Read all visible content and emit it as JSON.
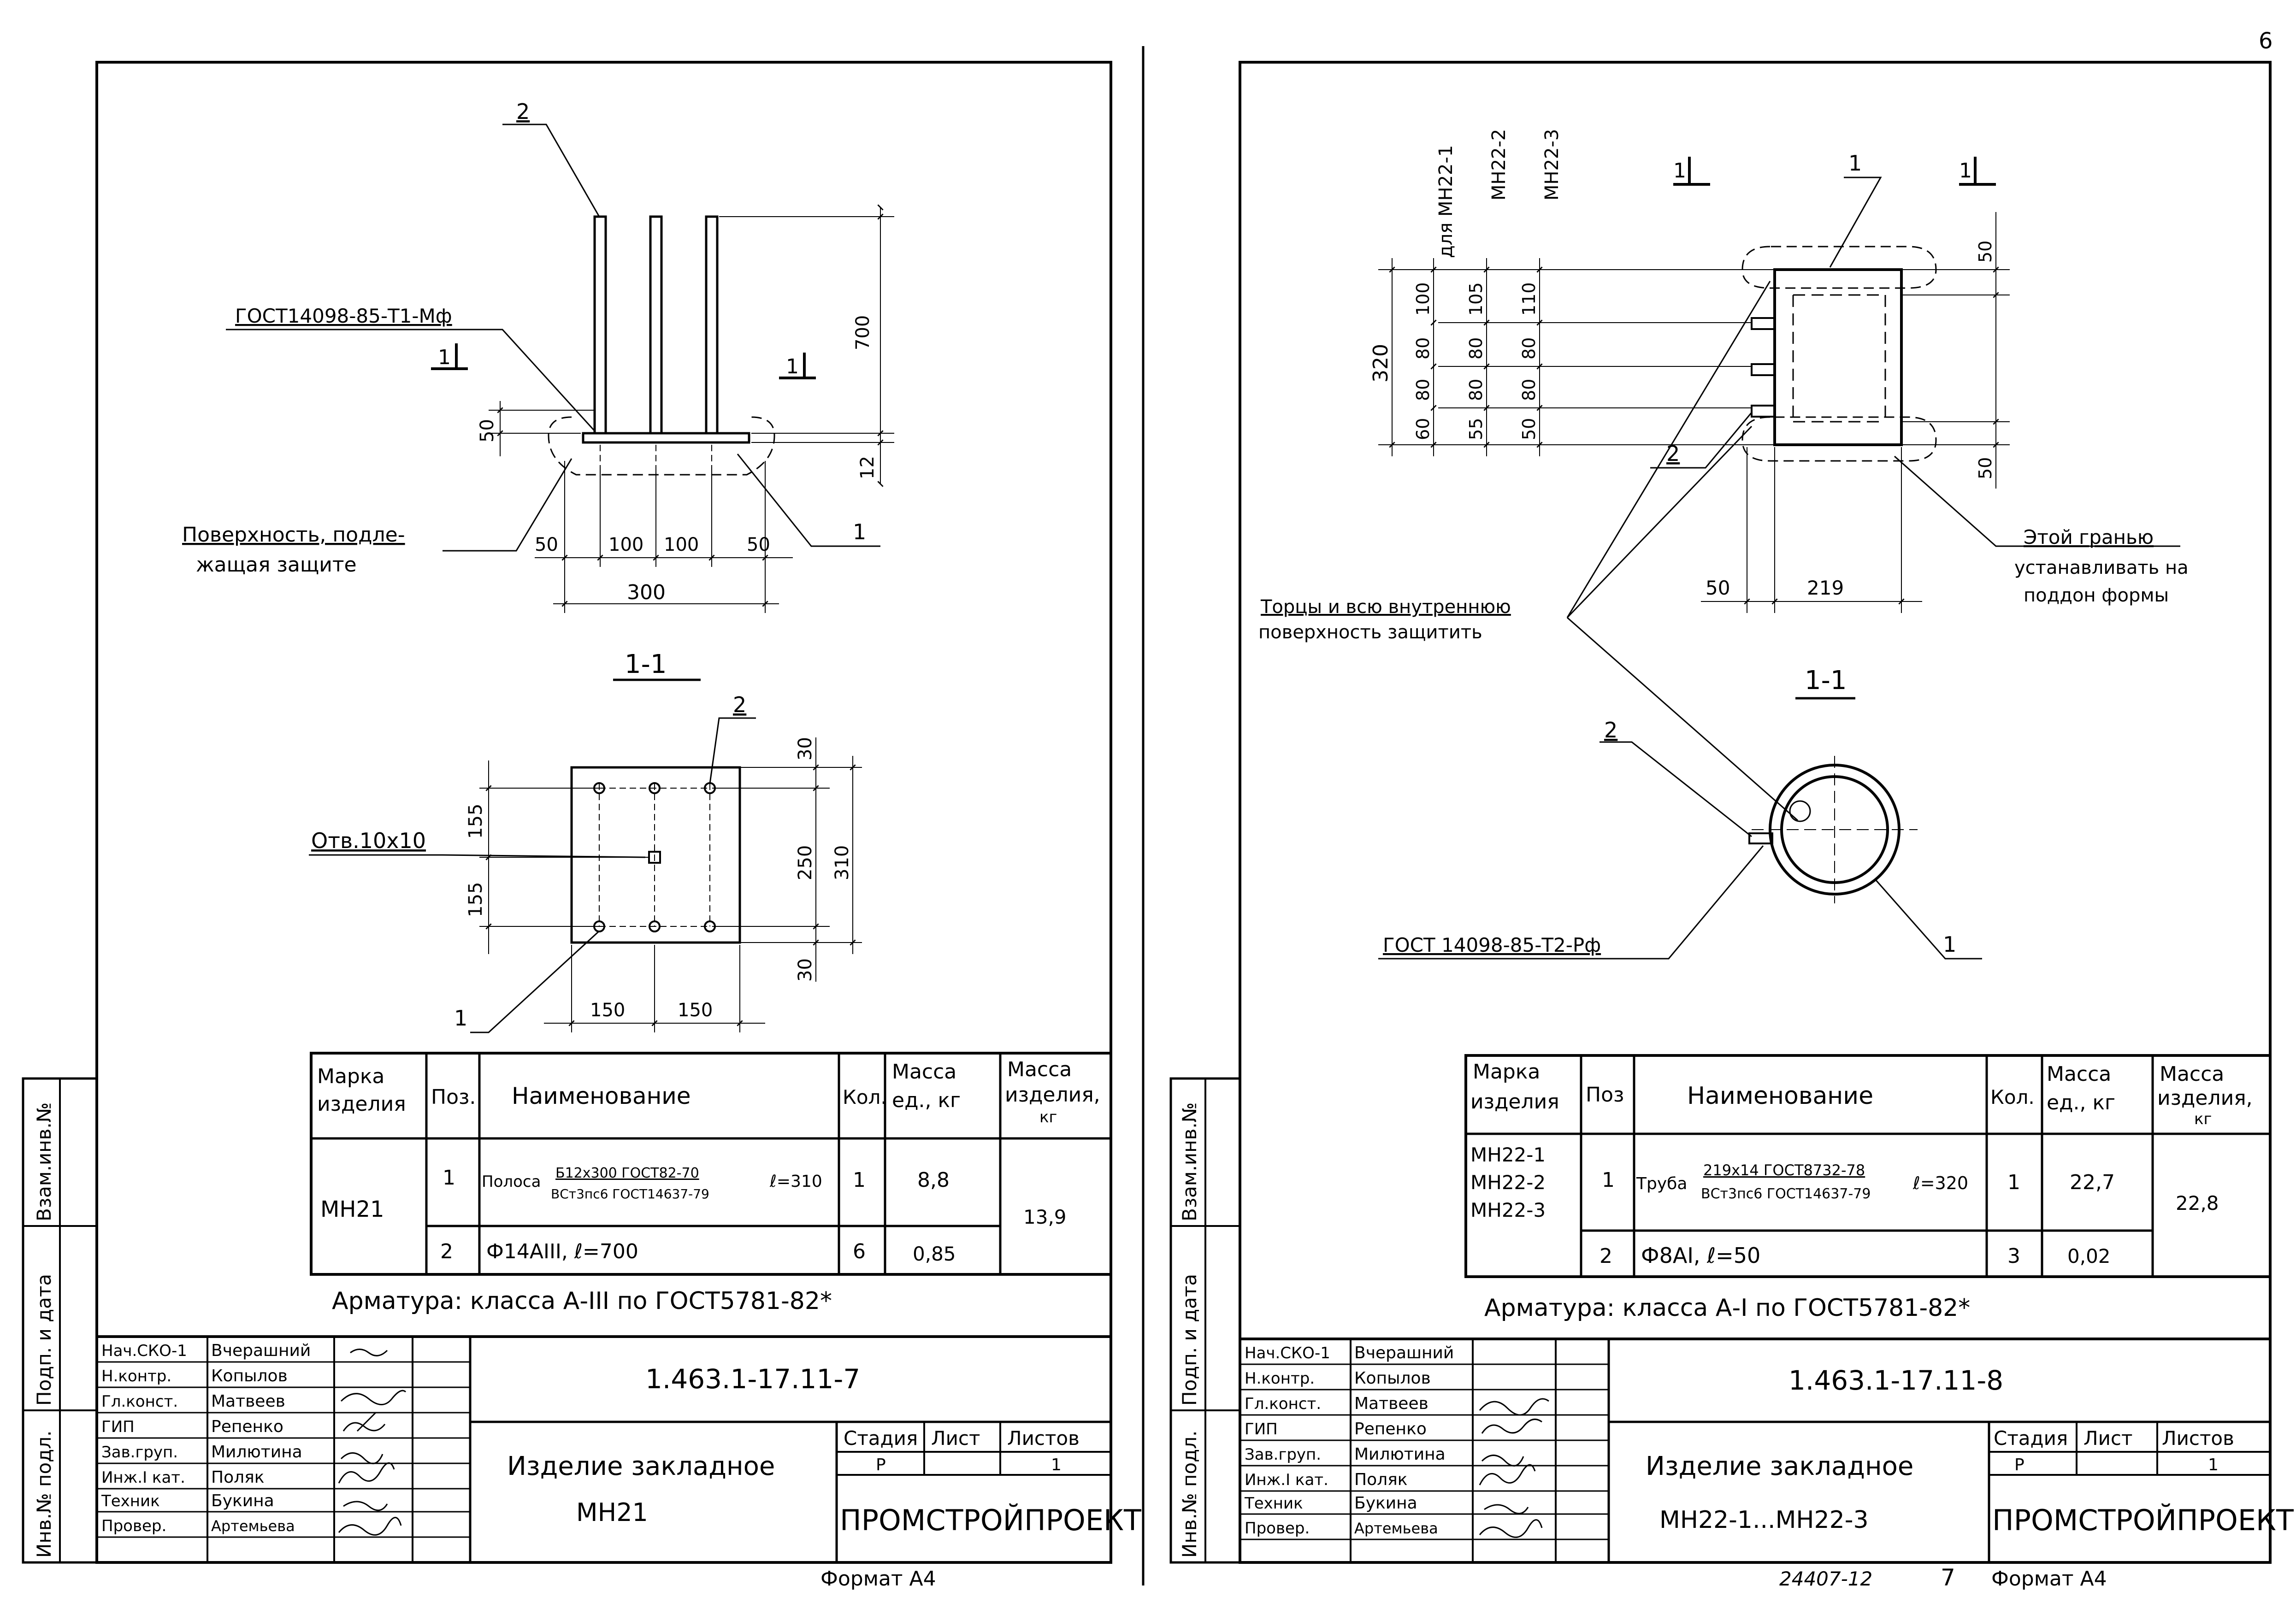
{
  "page_number": "6",
  "colors": {
    "ink": "#000000",
    "paper": "#ffffff"
  },
  "sheets": [
    {
      "dims": {
        "d700": "700",
        "d50": "50",
        "d12": "12",
        "d50a": "50",
        "d100a": "100",
        "d100b": "100",
        "d50b": "50",
        "d300": "300",
        "d30a": "30",
        "d250": "250",
        "d30b": "30",
        "d310": "310",
        "d155a": "155",
        "d155b": "155",
        "d150a": "150",
        "d150b": "150"
      },
      "labels": {
        "pos1_top": "1",
        "pos2_top": "2",
        "pos1_plan": "1",
        "pos2_plan": "2",
        "weld": "ГОСТ14098-85-Т1-Мф",
        "surface_l1": "Поверхность, подле-",
        "surface_l2": "жащая защите",
        "section_mark": "1",
        "section_title": "1-1",
        "hole": "Отв.10х10"
      },
      "table": {
        "h_mark": "Марка изделия",
        "h_pos": "Поз.",
        "h_name": "Наименование",
        "h_qty": "Кол.",
        "h_mass_unit": "Масса ед., кг",
        "h_mass_item": "Масса изделия, кг",
        "mark": "МН21",
        "r1_pos": "1",
        "r1_name": "Полоса",
        "r1_num": "Б12х300 ГОСТ82-70",
        "r1_den": "ВСт3пс6 ГОСТ14637-79",
        "r1_len": "ℓ=310",
        "r1_qty": "1",
        "r1_mass": "8,8",
        "r2_pos": "2",
        "r2_name": "Ф14АIII, ℓ=700",
        "r2_qty": "6",
        "r2_mass": "0,85",
        "total": "13,9"
      },
      "note": "Арматура: класса А-III по ГОСТ5781-82*",
      "stamp": {
        "roles": [
          "Нач.СКО-1",
          "Н.контр.",
          "Гл.конст.",
          "ГИП",
          "Зав.груп.",
          "Инж.I кат.",
          "Техник",
          "Провер."
        ],
        "names": [
          "Вчерашний",
          "Копылов",
          "Матвеев",
          "Репенко",
          "Милютина",
          "Поляк",
          "Букина",
          "Артемьева"
        ],
        "code": "1.463.1-17.11-7",
        "title_l1": "Изделие закладное",
        "title_l2": "МН21",
        "h_stage": "Стадия",
        "h_sheet": "Лист",
        "h_sheets": "Листов",
        "stage": "Р",
        "sheets": "1",
        "org": "ПРОМСТРОЙПРОЕКТ",
        "side": [
          "Инв.№ подл.",
          "Подп. и дата",
          "Взам.инв.№"
        ]
      },
      "format": "Формат А4"
    },
    {
      "dims": {
        "head1": "для МН22-1",
        "head2": "МН22-2",
        "head3": "МН22-3",
        "d320": "320",
        "c1": [
          "60",
          "80",
          "80",
          "100"
        ],
        "c2": [
          "55",
          "80",
          "80",
          "105"
        ],
        "c3": [
          "50",
          "80",
          "80",
          "110"
        ],
        "d50top": "50",
        "d50bot": "50",
        "d50w": "50",
        "d219": "219"
      },
      "labels": {
        "pos1_top": "1",
        "pos2_top": "2",
        "pos1_sec": "1",
        "pos2_sec": "2",
        "section_mark": "1",
        "face_l1": "Этой гранью",
        "face_l2": "устанавливать на",
        "face_l3": "поддон формы",
        "protect_l1": "Торцы и всю внутреннюю",
        "protect_l2": "поверхность защитить",
        "section_title": "1-1",
        "weld": "ГОСТ 14098-85-Т2-Рф"
      },
      "table": {
        "h_mark": "Марка изделия",
        "h_pos": "Поз",
        "h_name": "Наименование",
        "h_qty": "Кол.",
        "h_mass_unit": "Масса ед., кг",
        "h_mass_item": "Масса изделия, кг",
        "marks": [
          "МН22-1",
          "МН22-2",
          "МН22-3"
        ],
        "r1_pos": "1",
        "r1_name": "Труба",
        "r1_num": "219х14 ГОСТ8732-78",
        "r1_den": "ВСт3пс6 ГОСТ14637-79",
        "r1_len": "ℓ=320",
        "r1_qty": "1",
        "r1_mass": "22,7",
        "r2_pos": "2",
        "r2_name": "Ф8АI, ℓ=50",
        "r2_qty": "3",
        "r2_mass": "0,02",
        "total": "22,8"
      },
      "note": "Арматура: класса А-I по ГОСТ5781-82*",
      "stamp": {
        "roles": [
          "Нач.СКО-1",
          "Н.контр.",
          "Гл.конст.",
          "ГИП",
          "Зав.груп.",
          "Инж.I кат.",
          "Техник",
          "Провер."
        ],
        "names": [
          "Вчерашний",
          "Копылов",
          "Матвеев",
          "Репенко",
          "Милютина",
          "Поляк",
          "Букина",
          "Артемьева"
        ],
        "code": "1.463.1-17.11-8",
        "title_l1": "Изделие закладное",
        "title_l2": "МН22-1...МН22-3",
        "h_stage": "Стадия",
        "h_sheet": "Лист",
        "h_sheets": "Листов",
        "stage": "Р",
        "sheets": "1",
        "org": "ПРОМСТРОЙПРОЕКТ",
        "side": [
          "Инв.№ подл.",
          "Подп. и дата",
          "Взам.инв.№"
        ]
      },
      "archive": "24407-12",
      "sheet_no": "7",
      "format": "Формат А4"
    }
  ]
}
